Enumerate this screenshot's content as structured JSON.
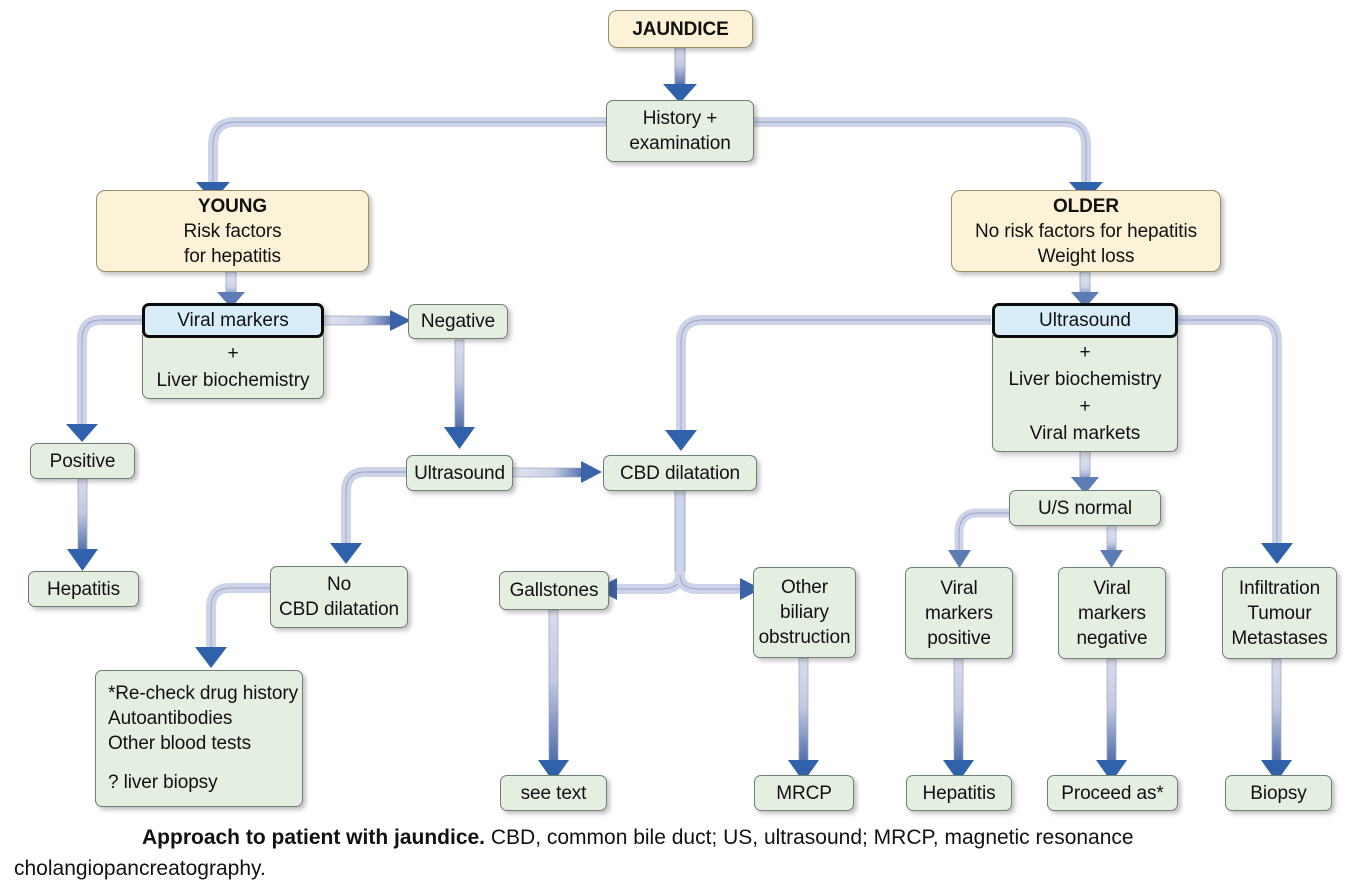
{
  "title": "Approach to patient with jaundice",
  "colors": {
    "cream": "#fcf2d8",
    "green": "#e4efe1",
    "blue": "#d9edf8",
    "arrow": "#3a5fa0",
    "connector_light": "#cfd4ea",
    "text": "#111111"
  },
  "nodes": {
    "jaundice": {
      "label": "JAUNDICE"
    },
    "history": {
      "line1": "History +",
      "line2": "examination"
    },
    "young": {
      "line1": "YOUNG",
      "line2": "Risk factors",
      "line3": "for hepatitis"
    },
    "older": {
      "line1": "OLDER",
      "line2": "No risk factors for hepatitis",
      "line3": "Weight loss"
    },
    "viral_markers_combo": {
      "head": "Viral markers",
      "plus": "+",
      "body": "Liver biochemistry"
    },
    "ultrasound_combo": {
      "head": "Ultrasound",
      "plus1": "+",
      "body1": "Liver biochemistry",
      "plus2": "+",
      "body2": "Viral markets"
    },
    "negative": {
      "label": "Negative"
    },
    "positive": {
      "label": "Positive"
    },
    "hepatitis_left": {
      "label": "Hepatitis"
    },
    "ultrasound_mid": {
      "label": "Ultrasound"
    },
    "cbd_dilatation": {
      "label": "CBD dilatation"
    },
    "no_cbd_dilatation": {
      "line1": "No",
      "line2": "CBD dilatation"
    },
    "recheck": {
      "line1": "*Re-check drug history",
      "line2": "Autoantibodies",
      "line3": "Other blood tests",
      "line4": "? liver biopsy"
    },
    "gallstones": {
      "label": "Gallstones"
    },
    "other_biliary": {
      "line1": "Other",
      "line2": "biliary",
      "line3": "obstruction"
    },
    "see_text": {
      "label": "see text"
    },
    "mrcp": {
      "label": "MRCP"
    },
    "us_normal": {
      "label": "U/S normal"
    },
    "viral_positive": {
      "line1": "Viral",
      "line2": "markers",
      "line3": "positive"
    },
    "viral_negative": {
      "line1": "Viral",
      "line2": "markers",
      "line3": "negative"
    },
    "infiltration": {
      "line1": "Infiltration",
      "line2": "Tumour",
      "line3": "Metastases"
    },
    "hepatitis_right": {
      "label": "Hepatitis"
    },
    "proceed_as": {
      "label": "Proceed as*"
    },
    "biopsy": {
      "label": "Biopsy"
    }
  },
  "caption": {
    "bold": "Approach to patient with jaundice.",
    "rest": " CBD, common bile duct; US, ultrasound; MRCP, magnetic resonance cholangiopancreatography."
  }
}
